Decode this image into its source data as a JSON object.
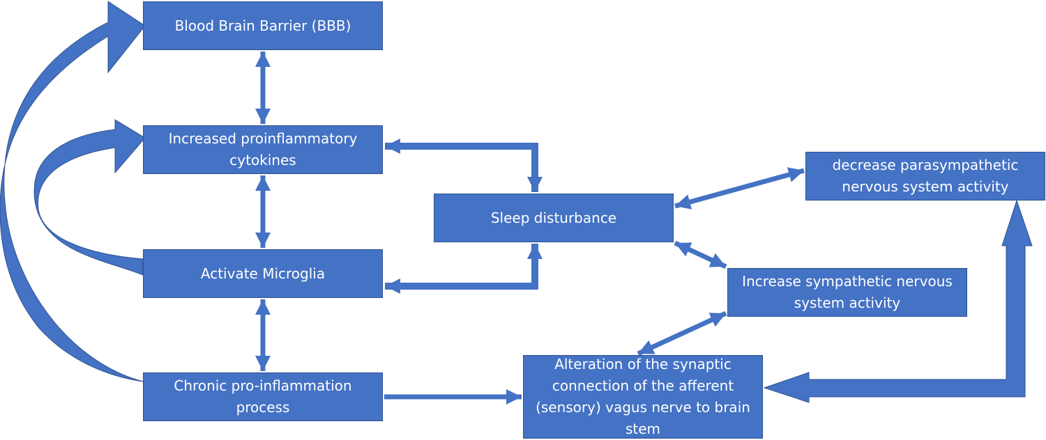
{
  "colors": {
    "node_fill": "#4472c4",
    "node_stroke": "#2f528f",
    "arrow": "#4472c4",
    "arrow_dark": "#3b64ad",
    "text": "#ffffff"
  },
  "nodes": {
    "bbb": "Blood Brain Barrier (BBB)",
    "cytokines": "Increased proinflammatory\ncytokines",
    "microglia": "Activate Microglia",
    "chronic": "Chronic pro-inflammation\nprocess",
    "sleep": "Sleep disturbance",
    "parasympathetic": "decrease parasympathetic\nnervous system activity",
    "sympathetic": "Increase sympathetic nervous\nsystem activity",
    "vagus": "Alteration of the synaptic\nconnection of the afferent\n(sensory) vagus nerve to brain\nstem"
  },
  "edges": [
    {
      "from": "bbb",
      "to": "cytokines",
      "kind": "bidirectional"
    },
    {
      "from": "cytokines",
      "to": "microglia",
      "kind": "bidirectional"
    },
    {
      "from": "microglia",
      "to": "chronic",
      "kind": "bidirectional"
    },
    {
      "from": "cytokines",
      "to": "sleep",
      "kind": "bidirectional-elbow"
    },
    {
      "from": "microglia",
      "to": "sleep",
      "kind": "bidirectional-elbow"
    },
    {
      "from": "sleep",
      "to": "parasympathetic",
      "kind": "bidirectional"
    },
    {
      "from": "sleep",
      "to": "sympathetic",
      "kind": "bidirectional"
    },
    {
      "from": "sympathetic",
      "to": "vagus",
      "kind": "bidirectional"
    },
    {
      "from": "chronic",
      "to": "vagus",
      "kind": "directed"
    },
    {
      "from": "parasympathetic",
      "to": "vagus",
      "kind": "block-elbow"
    },
    {
      "from": "microglia",
      "to": "cytokines",
      "kind": "curved-block"
    },
    {
      "from": "chronic",
      "to": "bbb",
      "kind": "curved-block"
    }
  ]
}
